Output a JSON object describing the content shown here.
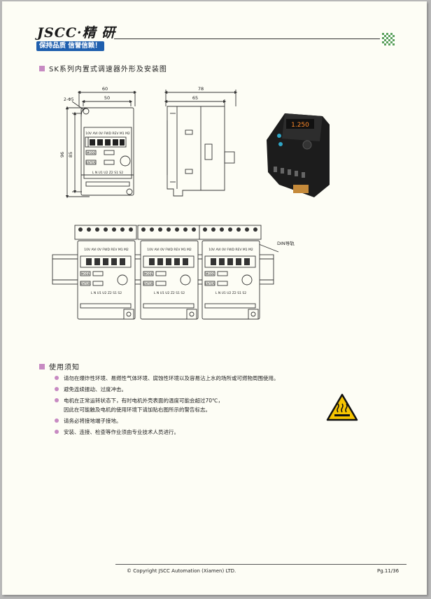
{
  "header": {
    "brand": "JSCC·精 研",
    "tagline": "保持品质 信誉信赖！"
  },
  "section1": {
    "title": "SK系列内置式调速器外形及安装图"
  },
  "drawing": {
    "dim_width_outer": "60",
    "dim_width_inner": "50",
    "dim_depth_outer": "78",
    "dim_depth_inner": "65",
    "dim_height_outer": "96",
    "dim_height_inner": "85",
    "hole_label": "2-Φ5",
    "terminal_top": "10V  AVI  0V  FWD  REV  M1  M2",
    "terminal_bottom": "L   N   U1  U2  Z2  S1  S2",
    "btn_mode": "MODE",
    "btn_enter": "ENTER",
    "rail_label": "DIN导轨",
    "photo_display": "1.250"
  },
  "section2": {
    "title": "使用须知",
    "items": [
      [
        "请勿在爆炸性环境、易燃性气体环境、腐蚀性环境以及容易沾上水的场所或可燃物周围使用。"
      ],
      [
        "避免连续振动、过度冲击。"
      ],
      [
        "电机在正常运转状态下，有时电机外壳表面的温度可能会超过70℃，",
        "因此在可能触及电机的使用环境下请加贴右图所示的警告标志。"
      ],
      [
        "请务必将接地端子接地。"
      ],
      [
        "安装、连接、检查等作业须由专业技术人员进行。"
      ]
    ]
  },
  "footer": {
    "copyright": "Copyright JSCC Automation (Xiamen) LTD.",
    "page": "Pg.11/36"
  }
}
